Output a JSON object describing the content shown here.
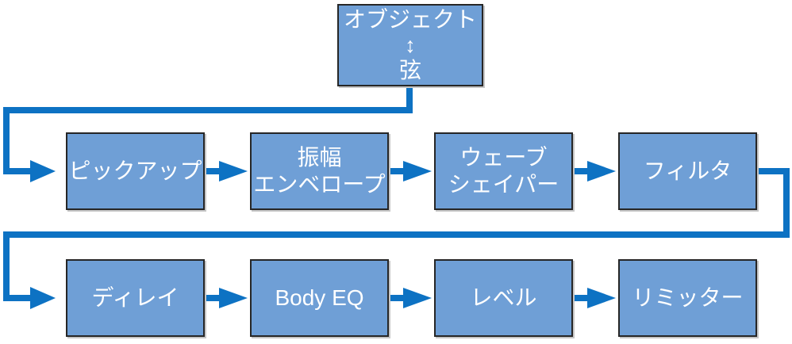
{
  "source_box": {
    "top_label": "オブジェクト",
    "exchange_arrow": "↕",
    "bottom_label": "弦"
  },
  "row1_boxes": [
    {
      "label": "ピックアップ"
    },
    {
      "label": "振幅\nエンベロープ"
    },
    {
      "label": "ウェーブ\nシェイパー"
    },
    {
      "label": "フィルタ"
    }
  ],
  "row2_boxes": [
    {
      "label": "ディレイ"
    },
    {
      "label": "Body EQ"
    },
    {
      "label": "レベル"
    },
    {
      "label": "リミッター"
    }
  ],
  "colors": {
    "background": "#ffffff",
    "box_fill": "#6f9fd6",
    "box_border": "#262626",
    "box_shadow": "#c6c6c6",
    "connector": "#0d72c3",
    "label_text": "#ffffff"
  }
}
